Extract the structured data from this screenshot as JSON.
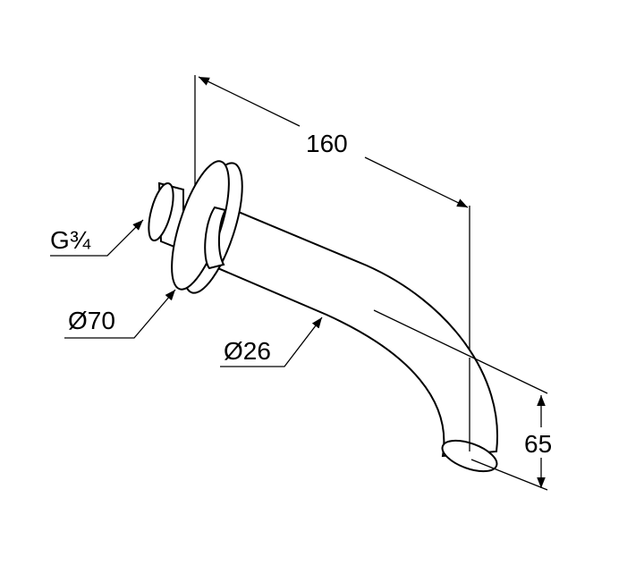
{
  "drawing": {
    "dimensions": {
      "length": "160",
      "height": "65",
      "thread": "G¾",
      "flange_diameter": "Ø70",
      "pipe_diameter": "Ø26"
    },
    "colors": {
      "line": "#000000",
      "background": "#ffffff"
    }
  }
}
